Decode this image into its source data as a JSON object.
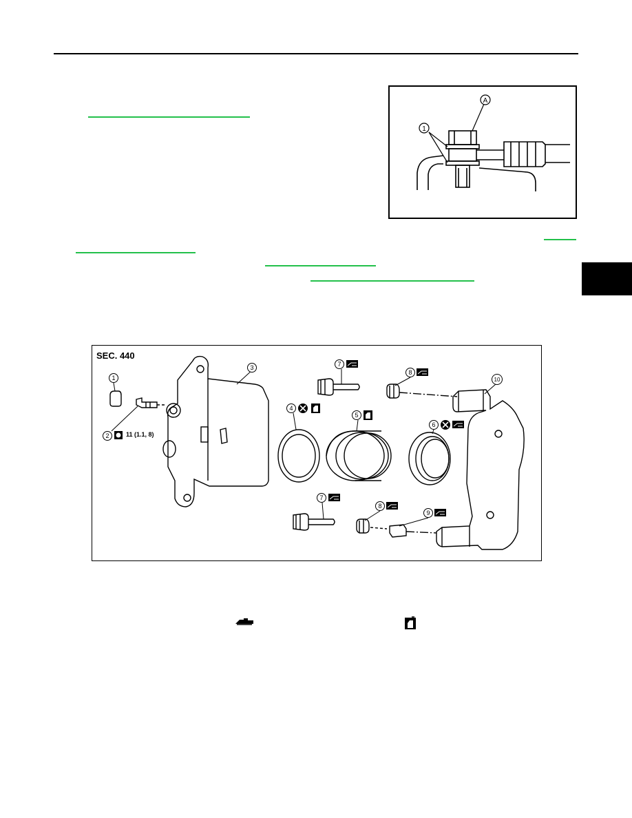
{
  "figure_main": {
    "section_label": "SEC. 440",
    "torque_spec": "11 (1.1, 8)",
    "callouts": [
      "1",
      "2",
      "3",
      "4",
      "5",
      "6",
      "7",
      "8",
      "7",
      "8",
      "9",
      "10"
    ]
  },
  "figure_top": {
    "callouts": [
      "A",
      "1"
    ]
  },
  "legend": {
    "icons": [
      "grease-icon",
      "rubber-grease-icon"
    ]
  },
  "colors": {
    "link": "#22c04a",
    "ink": "#000000"
  }
}
